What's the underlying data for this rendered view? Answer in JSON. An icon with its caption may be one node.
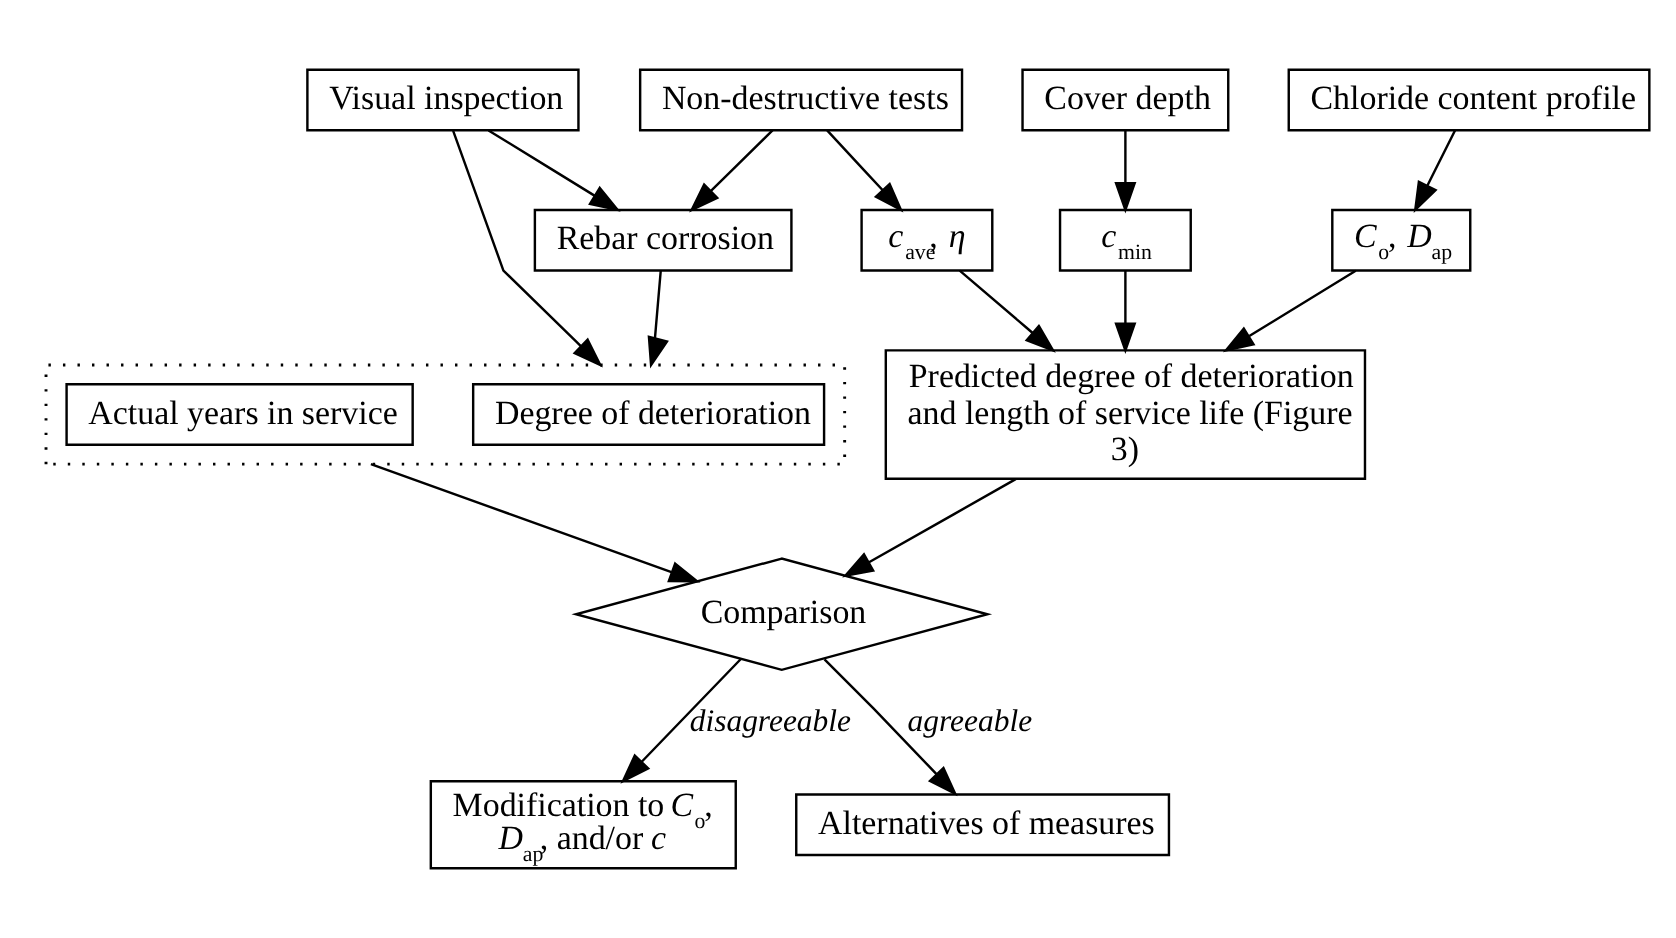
{
  "diagram": {
    "nodes": [
      {
        "text": [
          "Chloride content profile"
        ]
      },
      {
        "text": [
          "Cover depth"
        ]
      },
      {
        "text": [
          "Non-destructive tests"
        ]
      },
      {
        "text": [
          "Visual inspection"
        ]
      },
      {
        "text": [
          "*C*$_{o}$, *D*$_{ap}$"
        ]
      },
      {
        "text": [
          "*c*$_{min}$"
        ]
      },
      {
        "text": [
          "*c*$_{ave}$, *η*"
        ]
      },
      {
        "text": [
          "Rebar corrosion"
        ]
      },
      {
        "text": [
          "Predicted degree of deterioration and length of service life (Figure 3)"
        ]
      },
      {
        "text": [],
        "shape": "box"
      },
      {
        "text": [
          "Degree of deterioration"
        ],
        "in": 9
      },
      {
        "text": [
          "Actual years in service"
        ],
        "in": 9
      },
      {
        "text": [
          "Comparison"
        ]
      },
      {
        "text": [
          "Modification to *C*$_{o}$, *D*$_{ap}$, and/or *c*"
        ]
      },
      {
        "text": [
          "Alternatives of measures"
        ]
      }
    ],
    "edges": [
      {
        "from": 0,
        "to": 4,
        "arrow": "to"
      },
      {
        "from": 1,
        "to": 5,
        "arrow": "to"
      },
      {
        "from": 2,
        "to": 6,
        "arrow": "to"
      },
      {
        "from": 2,
        "to": 7,
        "arrow": "to"
      },
      {
        "from": 3,
        "to": 7,
        "arrow": "to"
      },
      {
        "from": 3,
        "to": 9,
        "arrow": "to"
      },
      {
        "from": 4,
        "to": 8,
        "arrow": "to"
      },
      {
        "from": 5,
        "to": 8,
        "arrow": "to"
      },
      {
        "from": 6,
        "to": 8,
        "arrow": "to"
      },
      {
        "from": 7,
        "to": 9,
        "arrow": "to"
      },
      {
        "from": 8,
        "to": 12,
        "arrow": "to"
      },
      {
        "from": 9,
        "to": 12,
        "arrow": "to"
      },
      {
        "from": 12,
        "to": 13,
        "arrow": "to",
        "label": "disagreeable"
      },
      {
        "from": 12,
        "to": 14,
        "arrow": "to",
        "label": "agreeable"
      }
    ]
  }
}
